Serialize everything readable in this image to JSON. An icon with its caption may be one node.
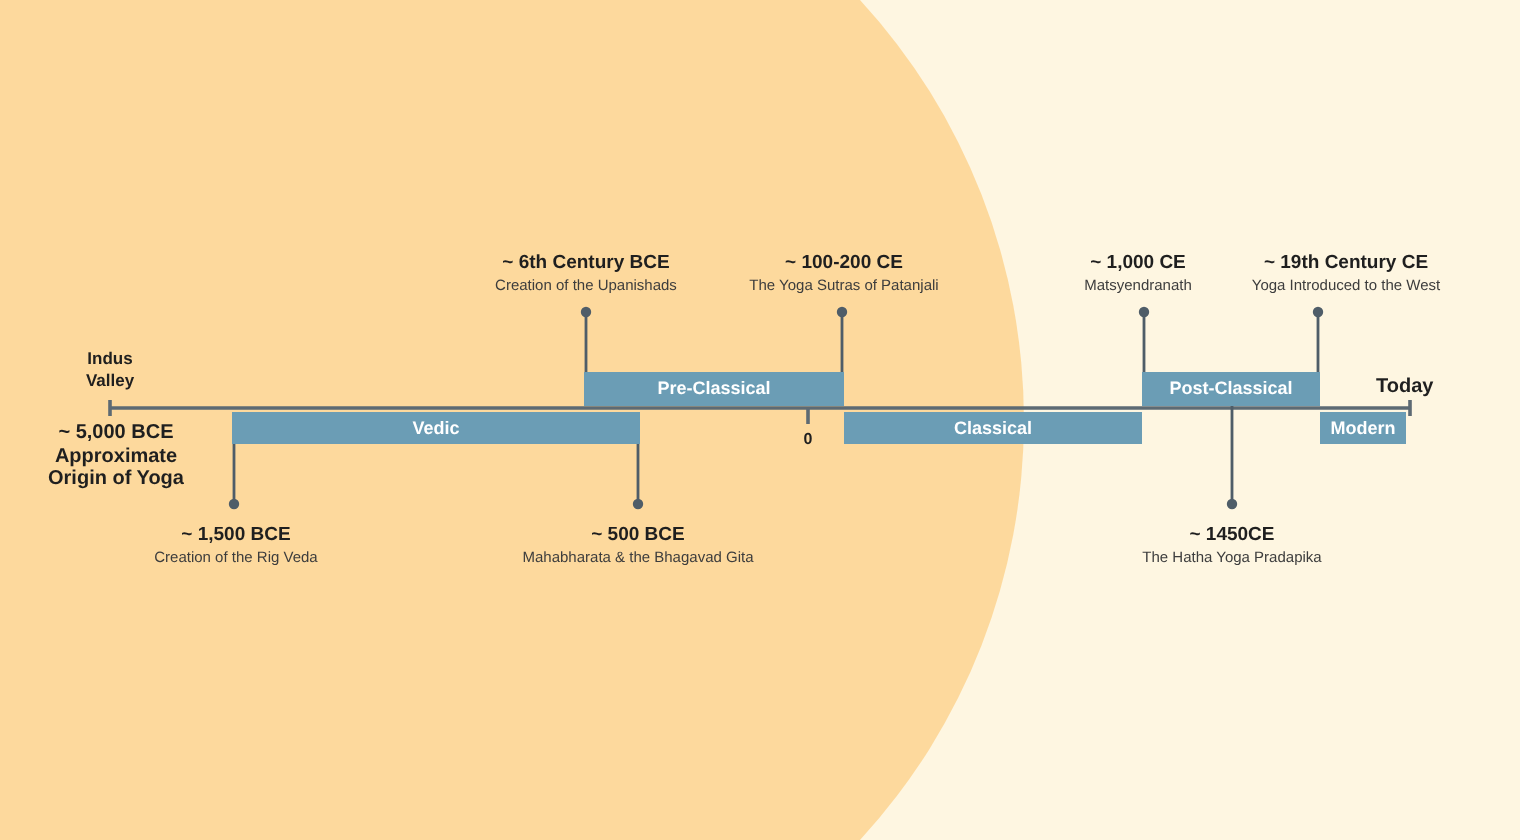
{
  "diagram": {
    "nodes": [
      {
        "text": [
          "~ 6th Century BCE",
          "Creation of the Upanishads"
        ]
      },
      {
        "text": [
          "~ 100-200 CE",
          "The Yoga Sutras of Patanjali"
        ]
      },
      {
        "text": [
          "~ 1,000 CE",
          "Matsyendranath"
        ]
      },
      {
        "text": [
          "~ 19th Century CE",
          "Yoga Introduced to the West"
        ]
      },
      {
        "text": [
          "Pre-Classical"
        ]
      },
      {
        "text": [
          "Post-Classical"
        ]
      },
      {
        "text": [
          "Vedic"
        ]
      },
      {
        "text": [
          "Classical"
        ]
      },
      {
        "text": [
          "Modern"
        ]
      },
      {
        "text": [
          "~ 1,500 BCE",
          "Creation of the Rig Veda"
        ]
      },
      {
        "text": [
          "~ 500 BCE",
          "Mahabharata & the Bhagavad Gita"
        ]
      },
      {
        "text": [
          "~ 1450CE",
          "The Hatha Yoga Pradapika"
        ]
      }
    ],
    "edges": [
      {
        "from": 0,
        "to": 4,
        "arrow": "other"
      },
      {
        "from": 1,
        "to": 4,
        "arrow": "other"
      },
      {
        "from": 2,
        "to": 5,
        "arrow": "other"
      },
      {
        "from": 3,
        "to": 5,
        "arrow": "other"
      },
      {
        "from": 9,
        "to": 6,
        "arrow": "other"
      },
      {
        "from": 10,
        "to": 6,
        "arrow": "other"
      },
      {
        "from": 11,
        "to": 5,
        "arrow": "other"
      }
    ],
    "labels": [
      "Indus Valley",
      "Today",
      "~ 5,000 BCE Approximate Origin of Yoga",
      "0"
    ]
  }
}
